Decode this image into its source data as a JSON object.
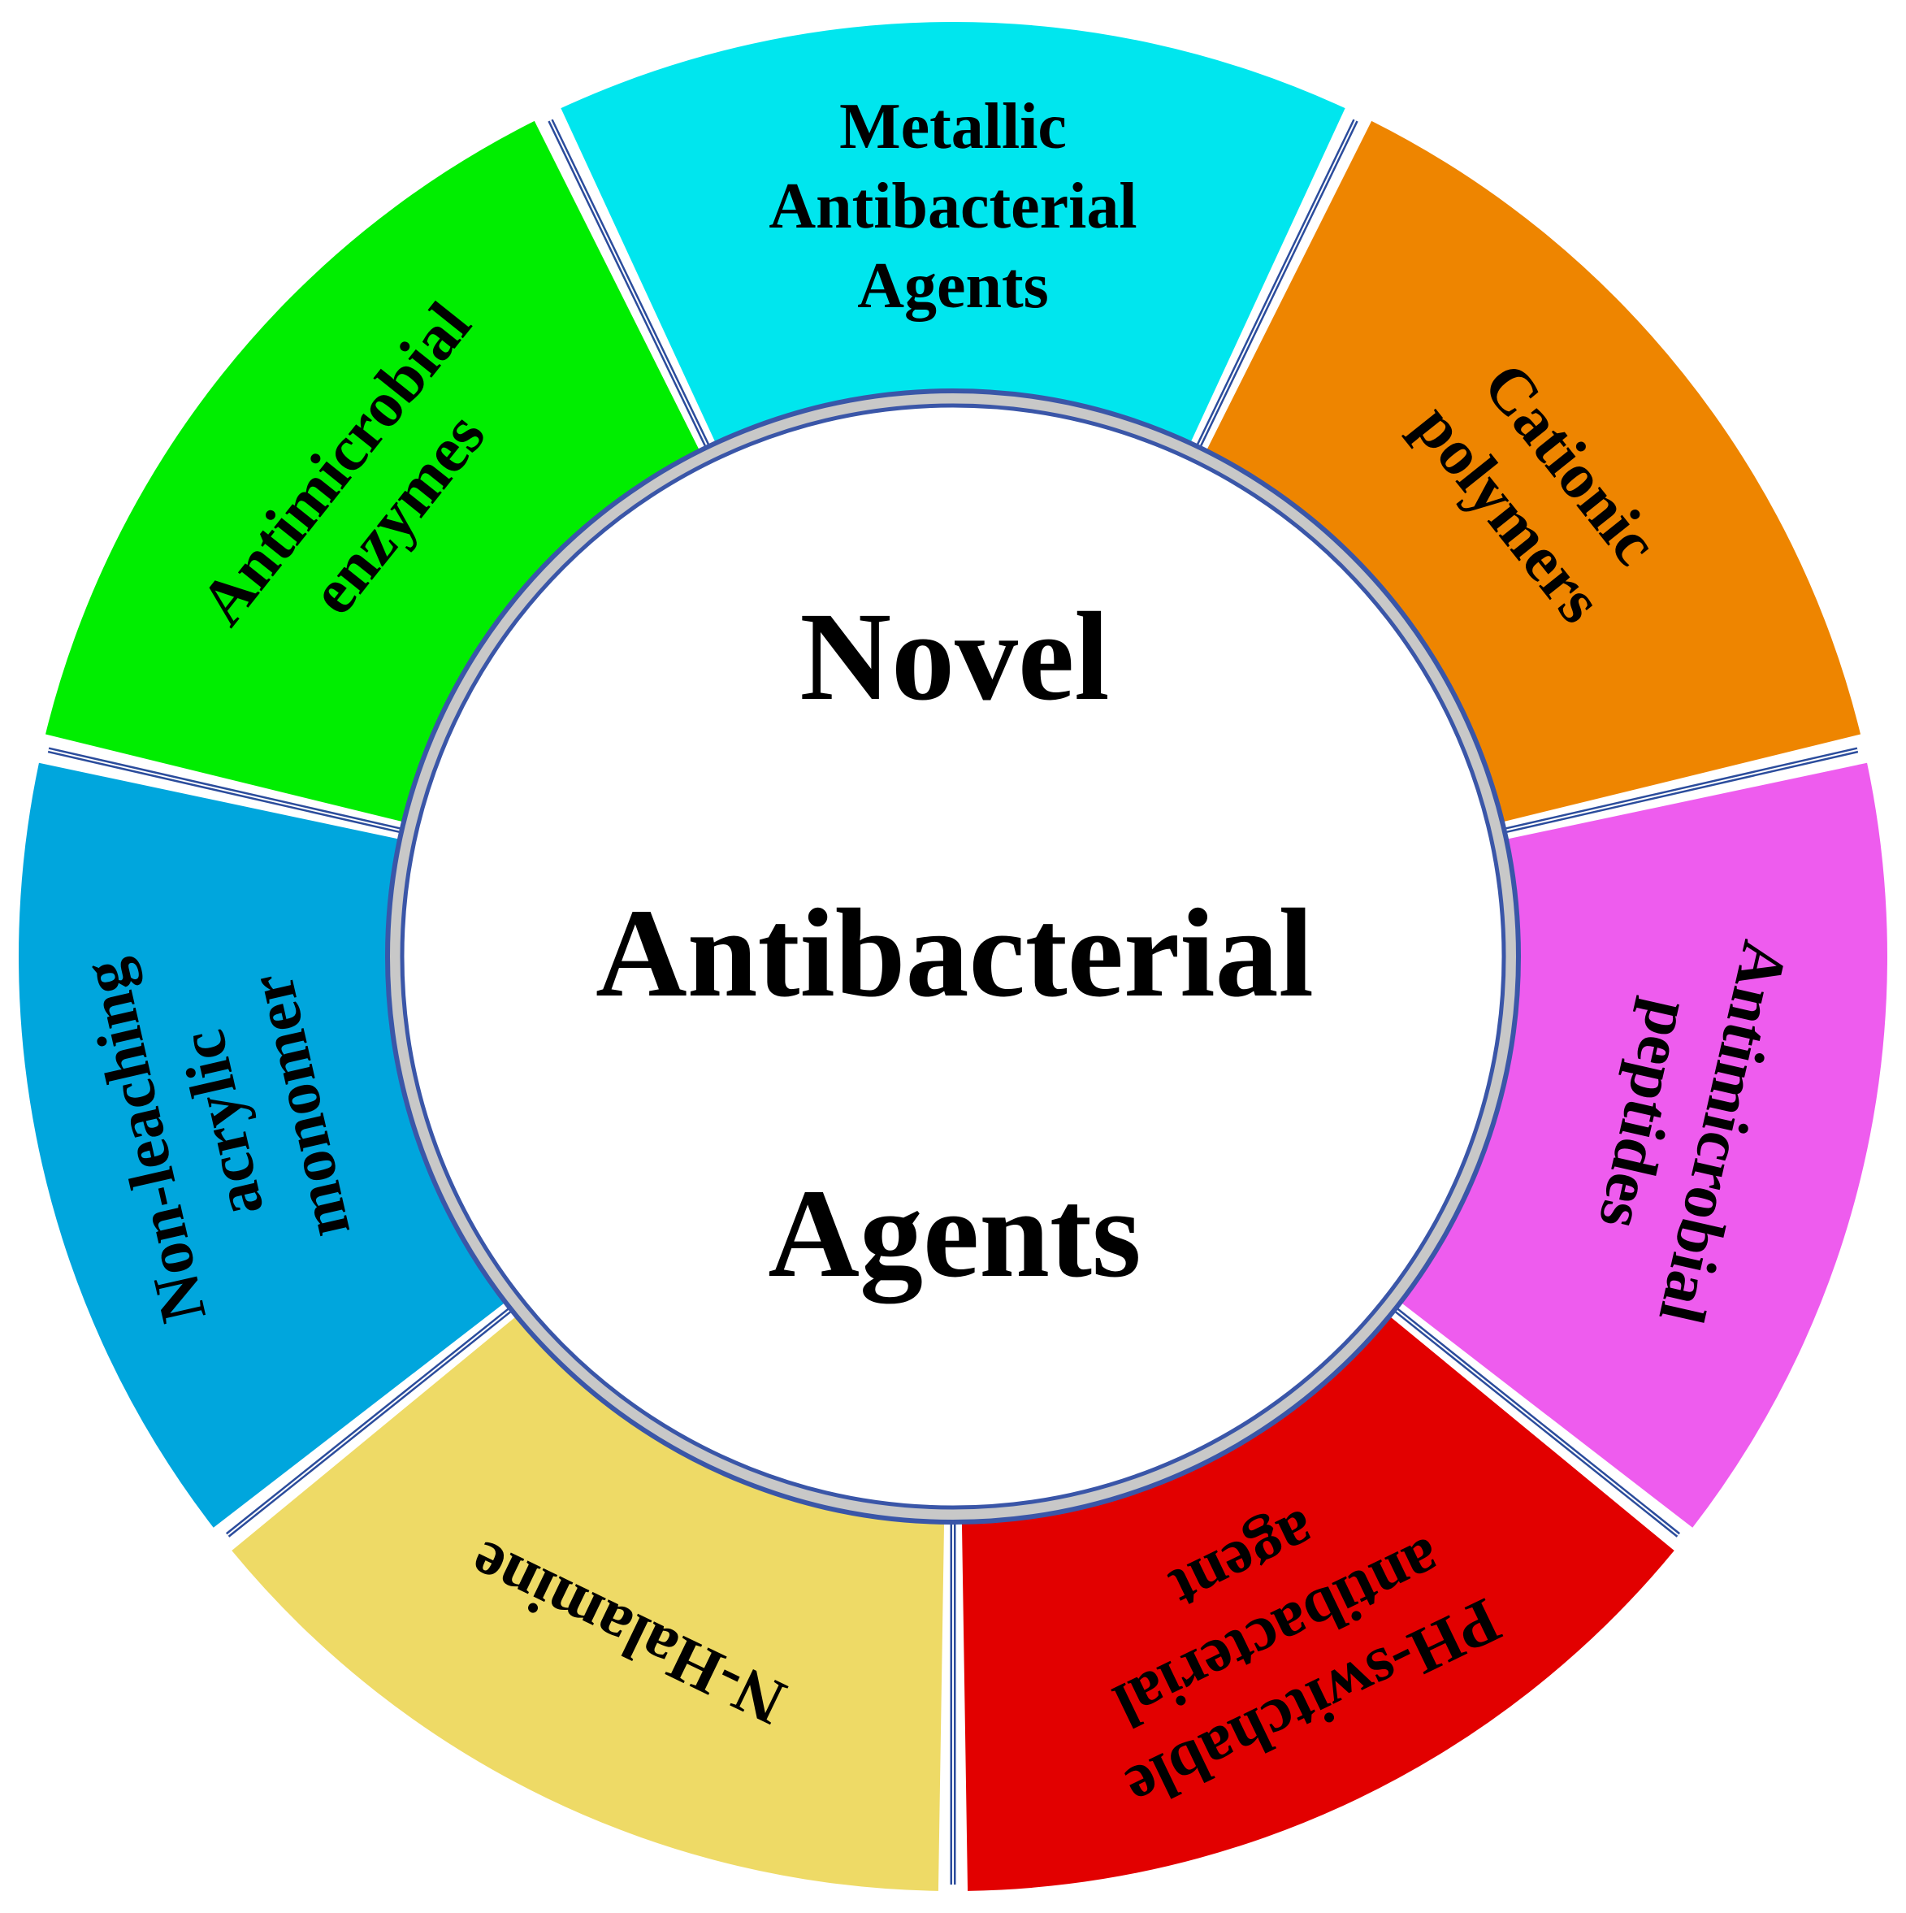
{
  "center": {
    "lines": [
      "Novel",
      "Antibacterial",
      "Agents"
    ]
  },
  "segments": [
    {
      "id": "metallic",
      "color": "#00E6EE",
      "lines": [
        "Metallic",
        "Antibacterial",
        "Agents"
      ]
    },
    {
      "id": "cationic",
      "color": "#EE8500",
      "lines": [
        "Cationic",
        "polymers"
      ]
    },
    {
      "id": "peptides",
      "color": "#EE5CEE",
      "lines": [
        "Antimicrobial",
        "peptides"
      ]
    },
    {
      "id": "ph-switchable",
      "color": "#E20000",
      "lines": [
        "PH-switchable",
        "antibacterial",
        "agent"
      ]
    },
    {
      "id": "n-halamine",
      "color": "#EEDA66",
      "lines": [
        "N-Halamine"
      ]
    },
    {
      "id": "non-leaching",
      "color": "#00A6DD",
      "lines": [
        "Non-leaching",
        "acrylic",
        "monomer"
      ]
    },
    {
      "id": "enzymes",
      "color": "#00EE00",
      "lines": [
        "Antimicrobial",
        "enzymes"
      ]
    }
  ],
  "colors": {
    "separator": "#2B4C9C",
    "inner_ring": "#C8C8C8",
    "inner_ring_edge": "#3A56A8",
    "center_fill": "#FFFFFF"
  }
}
